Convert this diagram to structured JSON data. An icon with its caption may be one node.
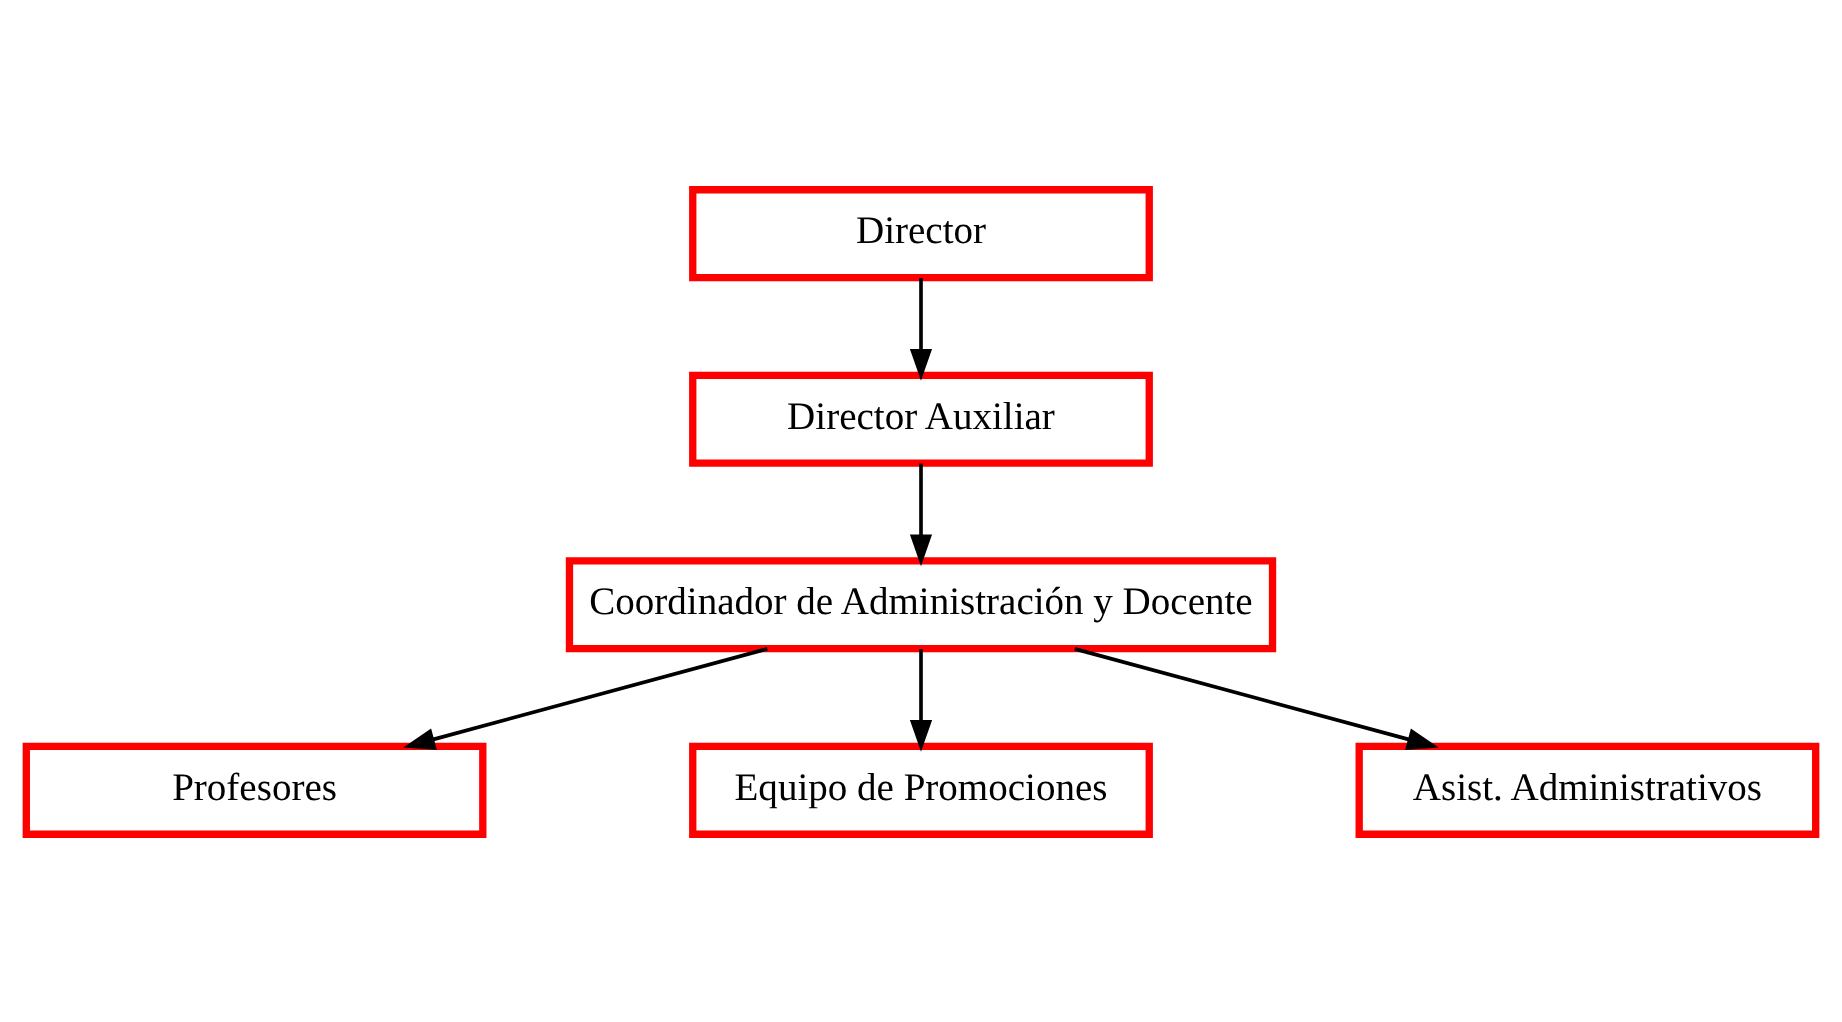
{
  "diagram": {
    "nodes": [
      {
        "text": [
          "Director"
        ]
      },
      {
        "text": [
          "Director Auxiliar"
        ]
      },
      {
        "text": [
          "Coordinador de Administración y Docente"
        ]
      },
      {
        "text": [
          "Profesores"
        ]
      },
      {
        "text": [
          "Equipo de Promociones"
        ]
      },
      {
        "text": [
          "Asist. Administrativos"
        ]
      }
    ],
    "edges": [
      {
        "from": 0,
        "to": 1,
        "arrow": "to"
      },
      {
        "from": 1,
        "to": 2,
        "arrow": "to"
      },
      {
        "from": 2,
        "to": 3,
        "arrow": "to"
      },
      {
        "from": 2,
        "to": 4,
        "arrow": "to"
      },
      {
        "from": 2,
        "to": 5,
        "arrow": "to"
      }
    ]
  }
}
